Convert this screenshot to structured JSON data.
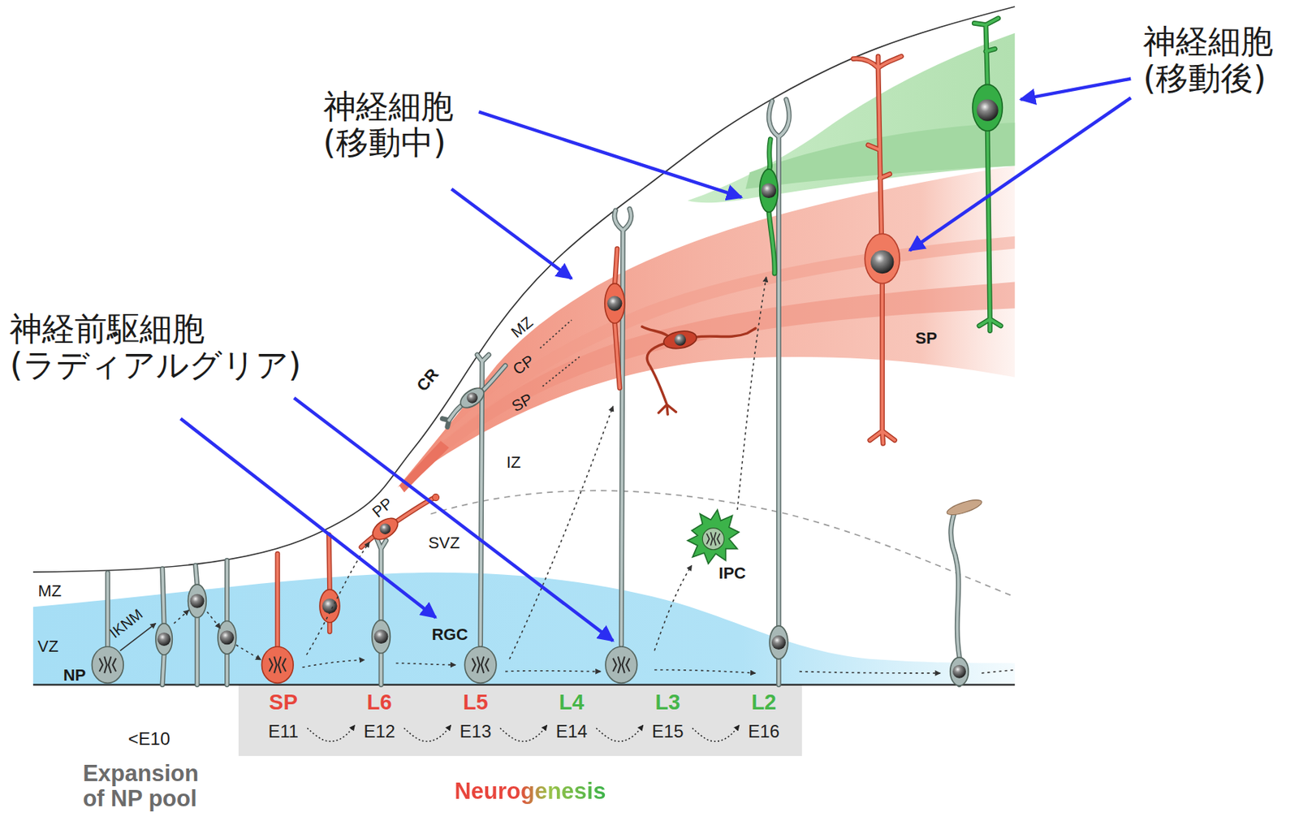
{
  "diagram": {
    "nodes": [
      {
        "text": [
          "SP",
          "E11"
        ]
      },
      {
        "text": [
          "L6",
          "E12"
        ]
      },
      {
        "text": [
          "L5",
          "E13"
        ]
      },
      {
        "text": [
          "L4",
          "E14"
        ]
      },
      {
        "text": [
          "L3",
          "E15"
        ]
      },
      {
        "text": [
          "L2",
          "E16"
        ]
      }
    ],
    "edges": [
      {
        "from": 0,
        "to": 1,
        "arrow": "to"
      },
      {
        "from": 1,
        "to": 2,
        "arrow": "to"
      },
      {
        "from": 2,
        "to": 3,
        "arrow": "to"
      },
      {
        "from": 3,
        "to": 4,
        "arrow": "to"
      },
      {
        "from": 4,
        "to": 5,
        "arrow": "to"
      }
    ],
    "labels": [
      "神経細胞 (移動後)",
      "神経細胞 (移動中)",
      "神経前駆細胞 (ラディアルグリア)",
      "MZ",
      "VZ",
      "NP",
      "IKNM",
      "RGC",
      "CR",
      "PP",
      "MZ",
      "CP",
      "SP",
      "IZ",
      "SVZ",
      "IPC",
      "SP",
      "<E10",
      "Expansion of NP pool",
      "Neurogenesis"
    ]
  }
}
